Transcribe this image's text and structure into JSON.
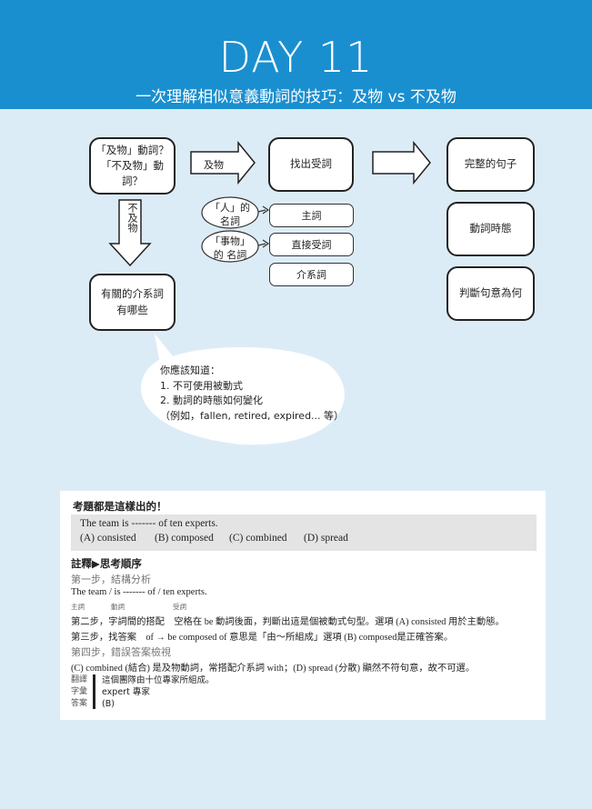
{
  "header": {
    "title": "DAY 11",
    "subtitle": "一次理解相似意義動詞的技巧：及物 vs 不及物"
  },
  "diagram": {
    "start_box": [
      "「及物」動詞？",
      "「不及物」動詞？"
    ],
    "arrow_transitive": "及物",
    "arrow_intransitive": "不及物",
    "find_object": "找出受詞",
    "complete_sentence": "完整的句子",
    "verb_tense": "動詞時態",
    "judge_meaning": "判斷句意為何",
    "subject": "主詞",
    "direct_object": "直接受詞",
    "preposition": "介系詞",
    "person_noun": [
      "「人」的",
      "名詞"
    ],
    "thing_noun": [
      "「事物」",
      "的 名詞"
    ],
    "related_prep": [
      "有關的介系詞",
      "有哪些"
    ],
    "bubble": {
      "heading": "你應該知道：",
      "item1": "1. 不可使用被動式",
      "item2": "2. 動詞的時態如何變化",
      "item3": "（例如，fallen, retired, expired... 等）"
    }
  },
  "exam": {
    "heading": "考題都是這樣出的！",
    "question": "The team is ------- of ten experts.",
    "options": [
      "(A) consisted",
      "(B) composed",
      "(C) combined",
      "(D) spread"
    ],
    "notes_heading": "註釋▶思考順序",
    "step1_label": "第一步，結構分析",
    "step1_sentence": "The team / is ------- of / ten experts.",
    "tag_subject": "主詞",
    "tag_verb": "動詞",
    "tag_object": "受詞",
    "step2": "第二步，字詞間的搭配　空格在 be 動詞後面，判斷出這是個被動式句型。選項 (A) consisted 用於主動態。",
    "step3": "第三步，找答案　of → be composed of 意思是「由～所組成」選項 (B) composed是正確答案。",
    "step4_label": "第四步，錯誤答案檢視",
    "step4": "(C) combined (結合) 是及物動詞，常搭配介系詞 with；(D) spread (分散) 顯然不符句意，故不可選。",
    "legend": {
      "translation_label": "翻譯",
      "vocab_label": "字彙",
      "answer_label": "答案",
      "translation": "這個團隊由十位專家所組成。",
      "vocab": "expert 專家",
      "answer": "(B)"
    }
  }
}
